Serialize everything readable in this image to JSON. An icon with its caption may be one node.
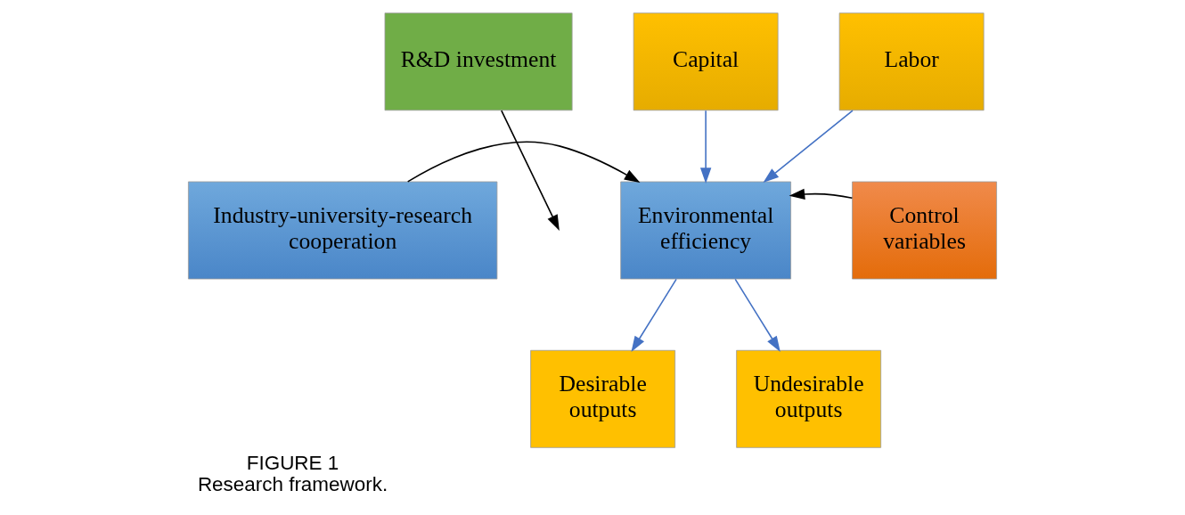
{
  "diagram": {
    "title": "FIGURE 1",
    "caption": "Research framework.",
    "nodes": [
      {
        "text": [
          "R&D investment"
        ]
      },
      {
        "text": [
          "Capital"
        ]
      },
      {
        "text": [
          "Labor"
        ]
      },
      {
        "text": [
          "Industry-university-research cooperation"
        ]
      },
      {
        "text": [
          "Environmental efficiency"
        ]
      },
      {
        "text": [
          "Control variables"
        ]
      },
      {
        "text": [
          "Desirable outputs"
        ]
      },
      {
        "text": [
          "Undesirable outputs"
        ]
      }
    ],
    "edges": [
      {
        "from": 3,
        "to": 4,
        "arrow": "to",
        "color": "#000000"
      },
      {
        "from": 0,
        "to": null,
        "arrow": "to",
        "color": "#000000"
      },
      {
        "from": 1,
        "to": 4,
        "arrow": "to"
      },
      {
        "from": 2,
        "to": 4,
        "arrow": "to"
      },
      {
        "from": 5,
        "to": 4,
        "arrow": "to",
        "color": "#000000"
      },
      {
        "from": 4,
        "to": 6,
        "arrow": "to"
      },
      {
        "from": 4,
        "to": 7,
        "arrow": "to"
      }
    ]
  }
}
